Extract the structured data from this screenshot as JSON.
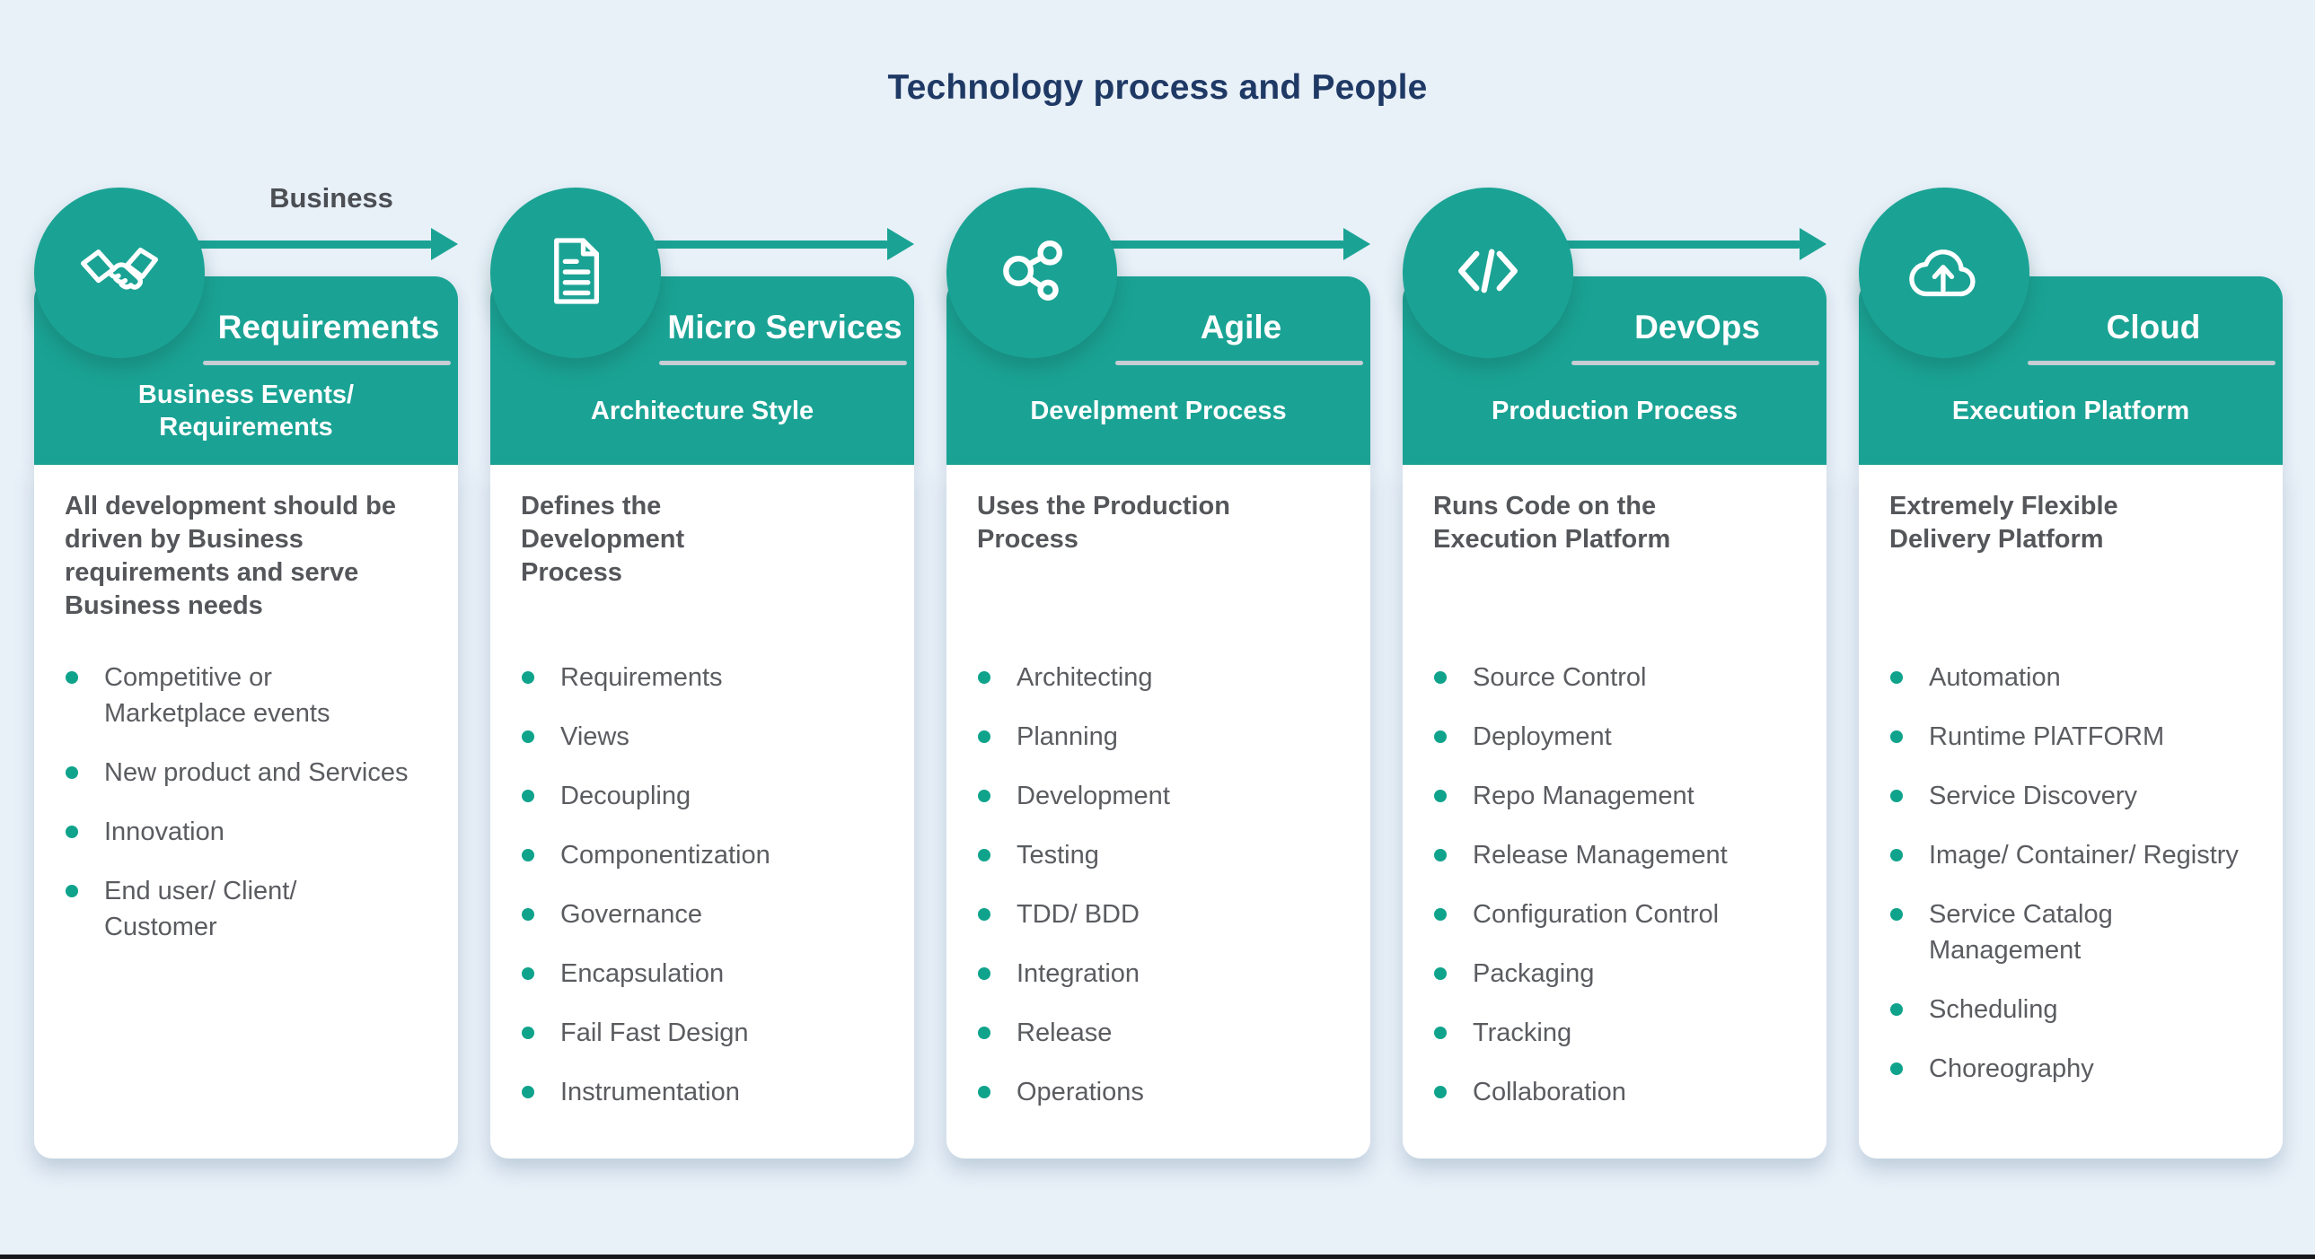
{
  "title": "Technology process and People",
  "flow_label": "Business",
  "colors": {
    "teal": "#1AA394",
    "bullet_dot": "#0FA38C",
    "background": "#E8F0F8",
    "title_navy": "#1F3965",
    "body_text_gray": "#54565A",
    "header_rule_gray": "#C7CDD4"
  },
  "columns": [
    {
      "icon": "handshake-icon",
      "title": "Requirements",
      "subtitle": "Business Events/ Requirements",
      "description": "All development should be driven by Business requirements and serve Business needs",
      "has_arrow": true,
      "items": [
        "Competitive or Marketplace events",
        "New product and Services",
        "Innovation",
        "End user/ Client/ Customer"
      ]
    },
    {
      "icon": "document-icon",
      "title": "Micro Services",
      "subtitle": "Architecture Style",
      "description": "Defines the Development Process",
      "has_arrow": true,
      "items": [
        "Requirements",
        "Views",
        "Decoupling",
        "Componentization",
        "Governance",
        "Encapsulation",
        "Fail Fast Design",
        "Instrumentation"
      ]
    },
    {
      "icon": "share-network-icon",
      "title": "Agile",
      "subtitle": "Develpment Process",
      "description": "Uses the Production Process",
      "has_arrow": true,
      "items": [
        "Architecting",
        "Planning",
        "Development",
        "Testing",
        "TDD/ BDD",
        "Integration",
        "Release",
        "Operations"
      ]
    },
    {
      "icon": "code-icon",
      "title": "DevOps",
      "subtitle": "Production Process",
      "description": "Runs Code on the Execution Platform",
      "has_arrow": true,
      "items": [
        "Source Control",
        "Deployment",
        "Repo Management",
        "Release Management",
        "Configuration Control",
        "Packaging",
        "Tracking",
        "Collaboration"
      ]
    },
    {
      "icon": "cloud-upload-icon",
      "title": "Cloud",
      "subtitle": "Execution Platform",
      "description": "Extremely Flexible Delivery Platform",
      "has_arrow": false,
      "items": [
        "Automation",
        "Runtime PlATFORM",
        "Service Discovery",
        "Image/ Container/ Registry",
        "Service Catalog Management",
        "Scheduling",
        "Choreography"
      ]
    }
  ]
}
